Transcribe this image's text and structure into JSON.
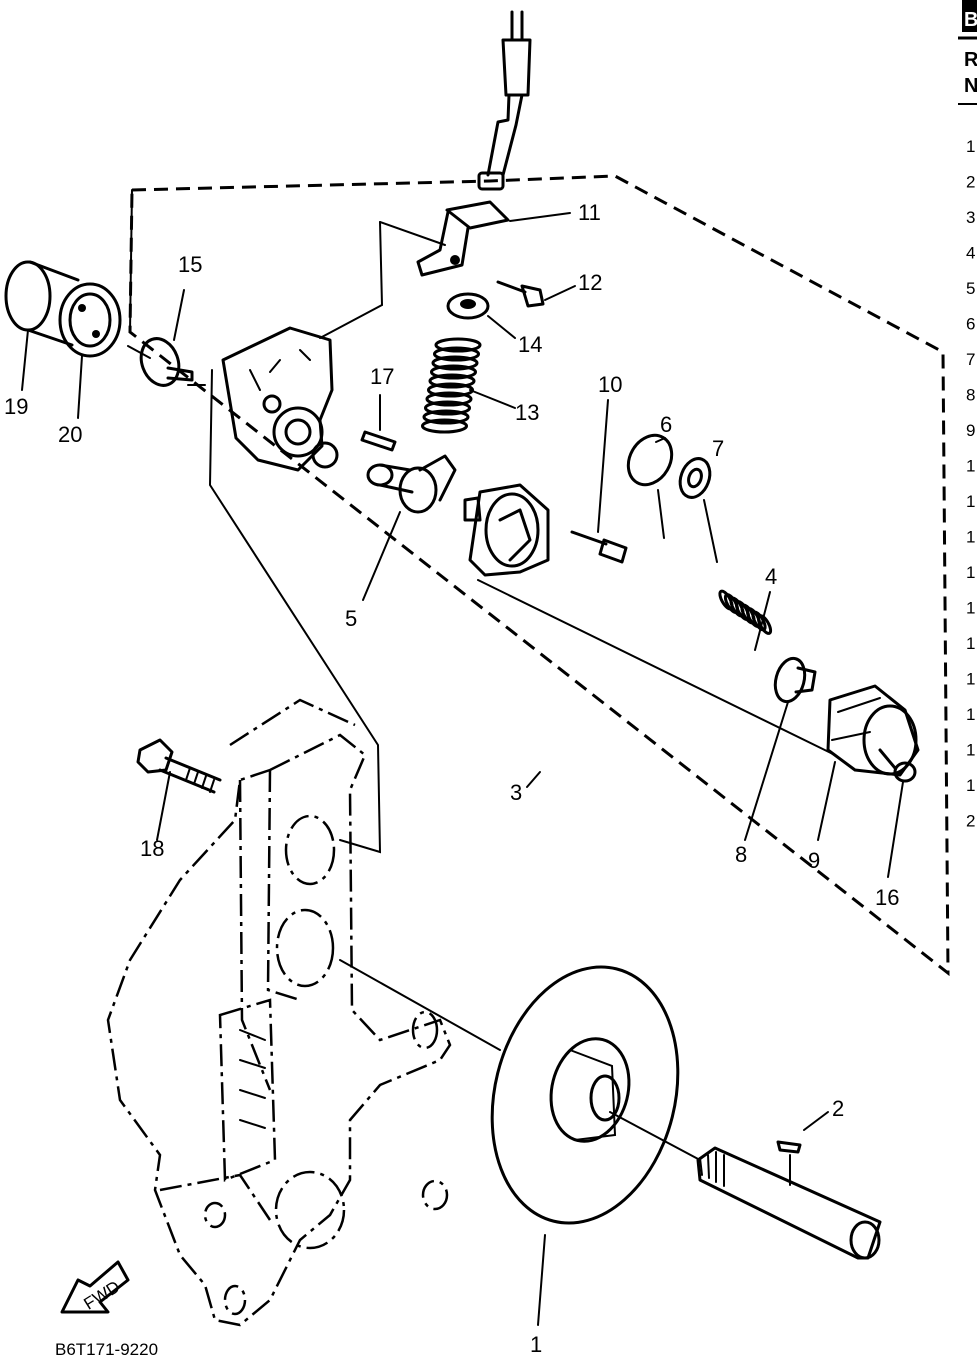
{
  "diagram": {
    "drawing_code": "B6T171-9220",
    "fwd_label": "FWD",
    "callouts": [
      {
        "id": "11",
        "label": "11"
      },
      {
        "id": "12",
        "label": "12"
      },
      {
        "id": "15",
        "label": "15"
      },
      {
        "id": "14",
        "label": "14"
      },
      {
        "id": "17",
        "label": "17"
      },
      {
        "id": "13",
        "label": "13"
      },
      {
        "id": "19",
        "label": "19"
      },
      {
        "id": "20",
        "label": "20"
      },
      {
        "id": "10",
        "label": "10"
      },
      {
        "id": "6",
        "label": "6"
      },
      {
        "id": "7",
        "label": "7"
      },
      {
        "id": "4",
        "label": "4"
      },
      {
        "id": "5",
        "label": "5"
      },
      {
        "id": "3",
        "label": "3"
      },
      {
        "id": "8",
        "label": "8"
      },
      {
        "id": "9",
        "label": "9"
      },
      {
        "id": "18",
        "label": "18"
      },
      {
        "id": "16",
        "label": "16"
      },
      {
        "id": "2",
        "label": "2"
      },
      {
        "id": "1",
        "label": "1"
      }
    ]
  },
  "side_panel": {
    "header_fragment": "B",
    "col_fragment_1": "R",
    "col_fragment_2": "N",
    "row_fragments": [
      "1",
      "2",
      "3",
      "4",
      "5",
      "6",
      "7",
      "8",
      "9",
      "1",
      "1",
      "1",
      "1",
      "1",
      "1",
      "1",
      "1",
      "1",
      "1",
      "2"
    ]
  }
}
